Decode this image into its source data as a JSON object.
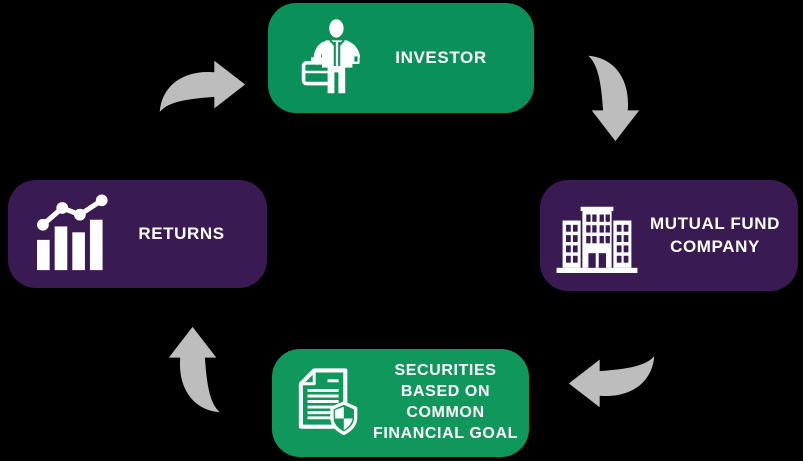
{
  "diagram": {
    "type": "cycle-flow",
    "background_color": "#000000",
    "arrow_color": "#bdbdbd",
    "text_color": "#ffffff",
    "nodes": [
      {
        "id": "investor",
        "label": "INVESTOR",
        "color": "#0a9159",
        "icon": "businessman-icon",
        "position": "top"
      },
      {
        "id": "mutual-fund-company",
        "label": "MUTUAL FUND COMPANY",
        "color": "#3a1a52",
        "icon": "building-icon",
        "position": "right"
      },
      {
        "id": "securities",
        "label": "SECURITIES BASED ON COMMON FINANCIAL GOAL",
        "color": "#10985c",
        "icon": "document-shield-icon",
        "position": "bottom"
      },
      {
        "id": "returns",
        "label": "RETURNS",
        "color": "#3a1a52",
        "icon": "bar-chart-icon",
        "position": "left"
      }
    ],
    "arrows": [
      {
        "from": "returns",
        "to": "investor",
        "points": "right"
      },
      {
        "from": "investor",
        "to": "mutual-fund-company",
        "points": "down"
      },
      {
        "from": "mutual-fund-company",
        "to": "securities",
        "points": "left"
      },
      {
        "from": "securities",
        "to": "returns",
        "points": "up"
      }
    ]
  }
}
